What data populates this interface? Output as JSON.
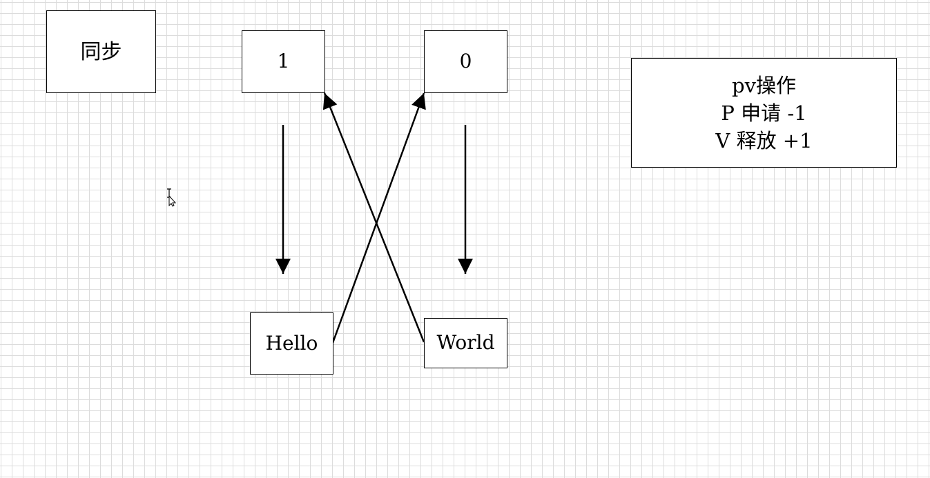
{
  "diagram": {
    "title": "同步",
    "semaphore_a": "1",
    "semaphore_b": "0",
    "process_a": "Hello",
    "process_b": "World",
    "note": {
      "line1": "pv操作",
      "line2": "P 申请 -1",
      "line3": "V 释放 +1"
    }
  },
  "colors": {
    "grid": "#dcdcdc",
    "stroke": "#000000",
    "background": "#ffffff"
  }
}
